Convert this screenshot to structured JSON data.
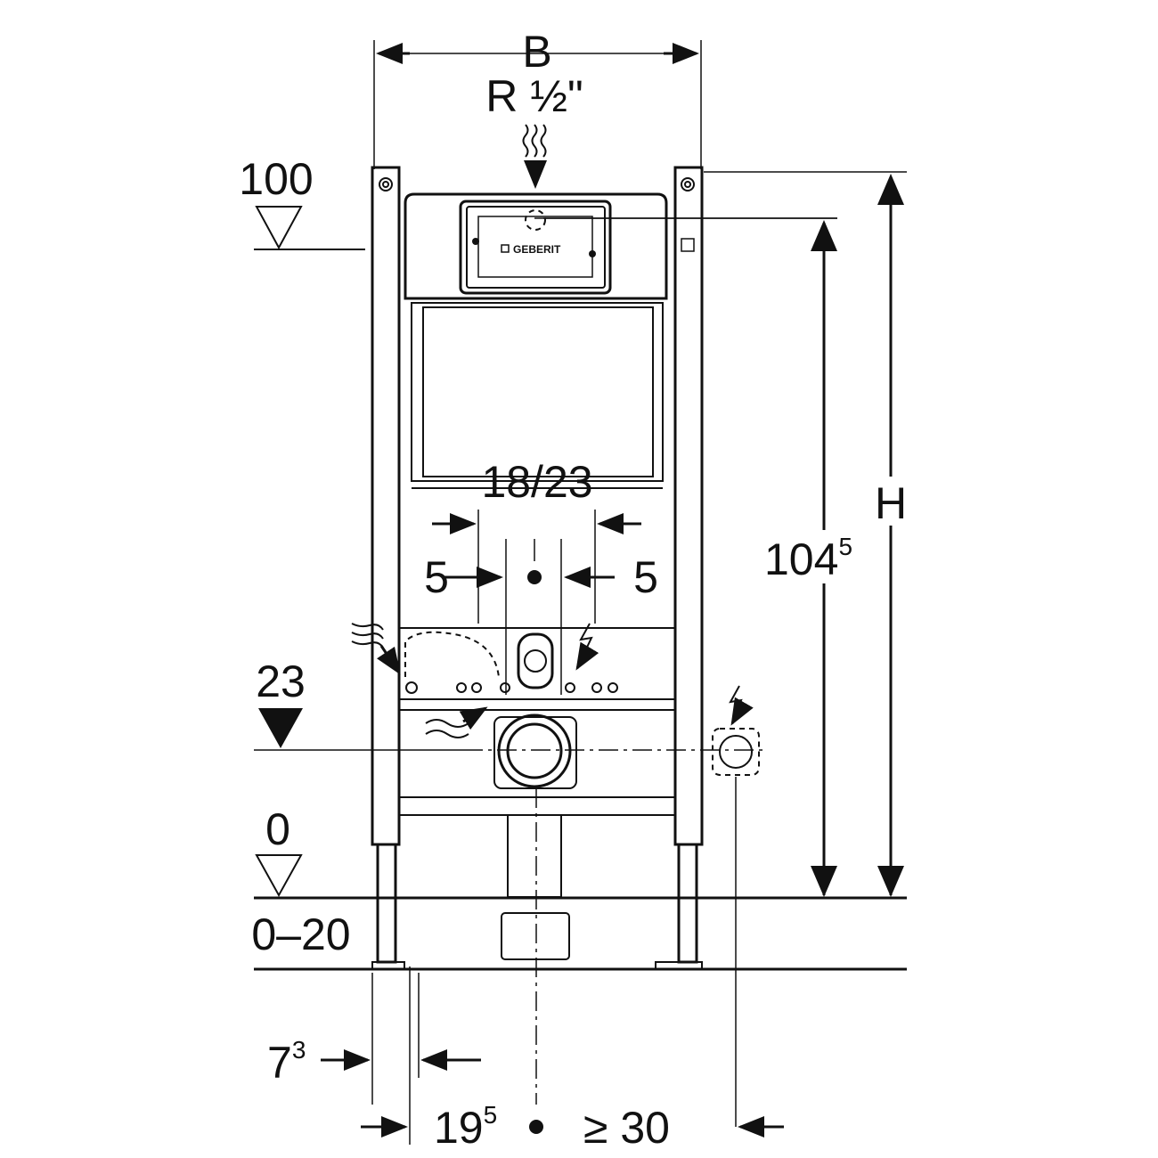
{
  "drawing": {
    "brand": "GEBERIT",
    "width_label": "B",
    "connection_label": "R ½\"",
    "height_label": "H",
    "level_100": "100",
    "level_23": "23",
    "level_0": "0",
    "floor_range": "0–20",
    "height_104": "104",
    "height_104_sup": "5",
    "spacing_label": "18/23",
    "offset_left": "5",
    "offset_right": "5",
    "post_width": "7",
    "post_width_sup": "3",
    "drain_offset": "19",
    "drain_offset_sup": "5",
    "min_distance": "≥ 30"
  }
}
